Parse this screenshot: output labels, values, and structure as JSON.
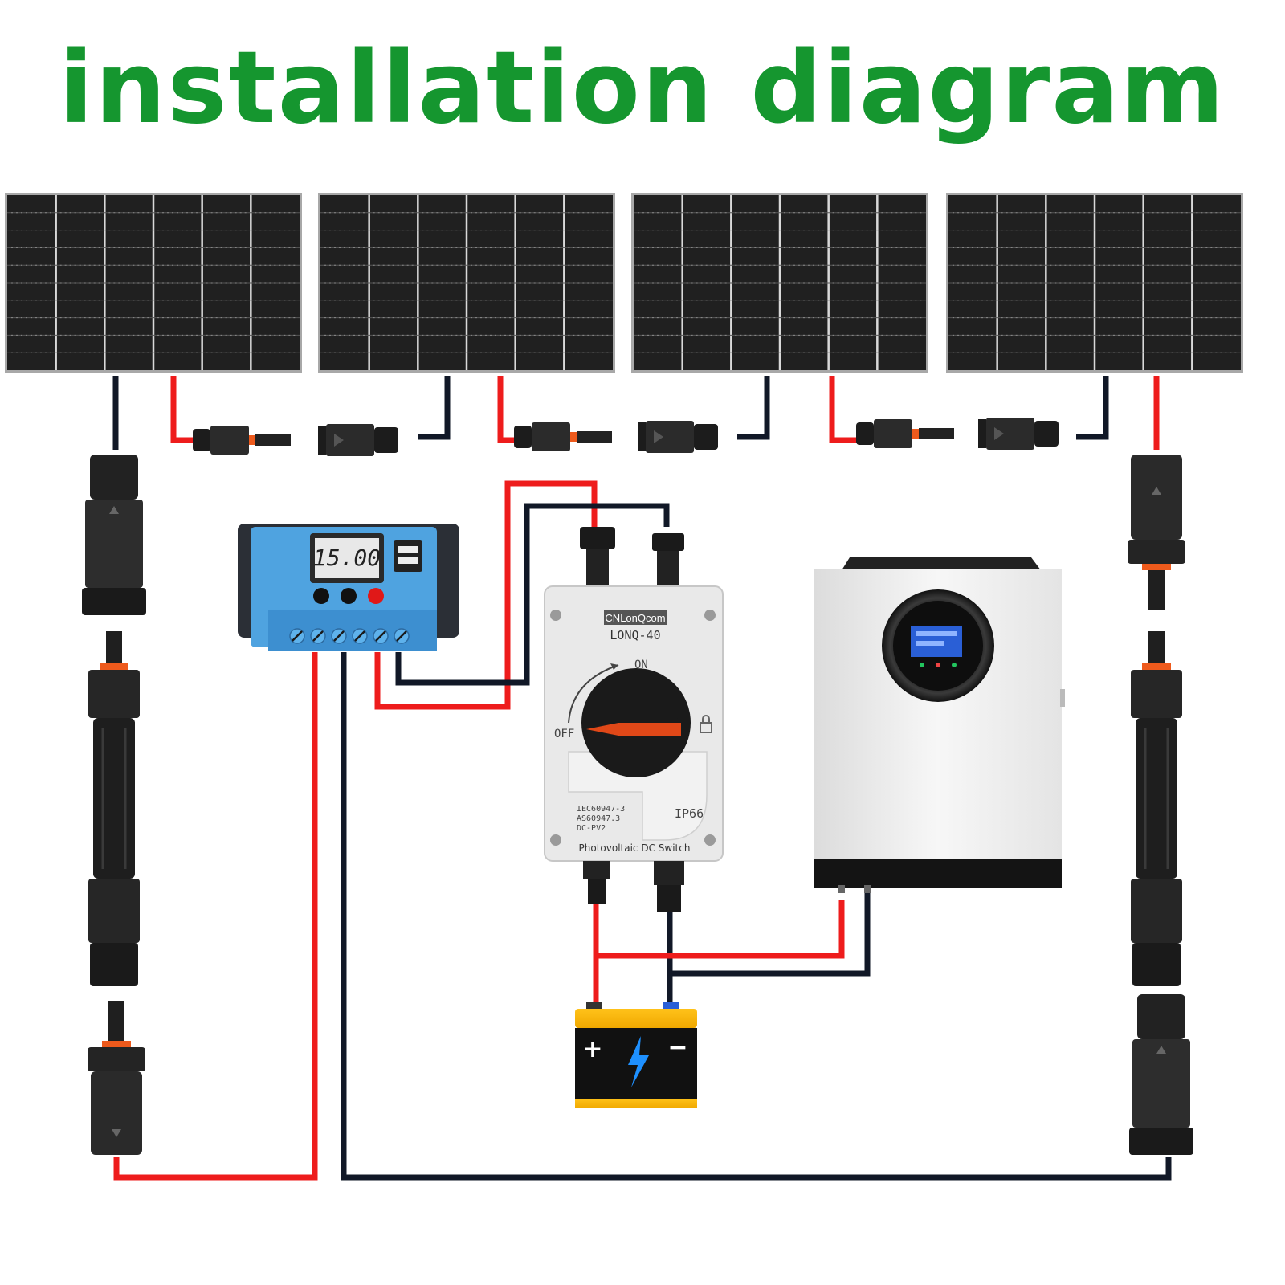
{
  "title": "installation diagram",
  "colors": {
    "title": "#15962f",
    "wire_positive": "#ee1c1c",
    "wire_negative": "#111827",
    "panel_frame": "#a8a8a8",
    "panel_cell": "#202020",
    "controller_body": "#4fa3e0",
    "battery_body": "#f6b400"
  },
  "components": {
    "solar_panels": [
      {
        "name": "solar-panel-1"
      },
      {
        "name": "solar-panel-2"
      },
      {
        "name": "solar-panel-3"
      },
      {
        "name": "solar-panel-4"
      }
    ],
    "charge_controller": {
      "display": "15.00"
    },
    "dc_switch": {
      "brand": "CNLonQcom",
      "model": "LONQ-40",
      "on_label": "ON",
      "off_label": "OFF",
      "standards": [
        "IEC60947-3",
        "AS60947.3",
        "DC-PV2"
      ],
      "ip_rating": "IP66",
      "caption": "Photovoltaic DC Switch"
    },
    "inverter": {},
    "battery": {
      "plus": "+",
      "minus": "−"
    }
  },
  "icons": [
    "lightning-icon",
    "lock-icon",
    "usb-port-icon",
    "rotate-arrow-icon"
  ]
}
